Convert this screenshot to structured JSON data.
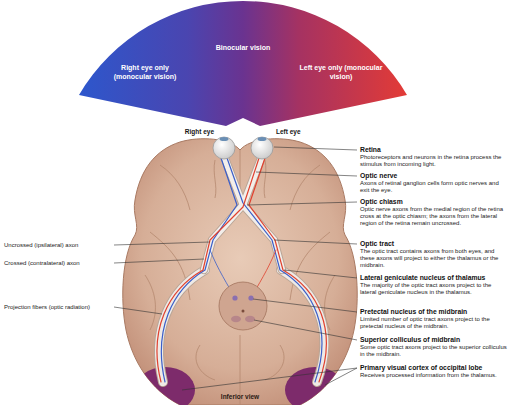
{
  "diagram": {
    "labels": [
      "Binocular vision",
      "Right eye only (monocular vision)",
      "Left eye only (monocular vision)",
      "Right eye",
      "Left eye",
      "Retina",
      "Photoreceptors and neurons in the retina process the stimulus from incoming light.",
      "Optic nerve",
      "Axons of retinal ganglion cells form optic nerves and exit the eye.",
      "Optic chiasm",
      "Optic nerve axons from the medial region of the retina cross at the optic chiasm; the axons from the lateral region of the retina remain uncrossed.",
      "Optic tract",
      "The optic tract contains axons from both eyes, and these axons will project to either the thalamus or the midbrain.",
      "Lateral geniculate nucleus of thalamus",
      "The majority of the optic tract axons project to the lateral geniculate nucleus in the thalamus.",
      "Pretectal nucleus of the midbrain",
      "Limited number of optic tract axons project to the pretectal nucleus of the midbrain.",
      "Superior colliculus of midbrain",
      "Some optic tract axons project to the superior colliculus in the midbrain.",
      "Primary visual cortex of occipital lobe",
      "Receives processed information from the thalamus.",
      "Uncrossed (ipsilateral) axon",
      "Crossed (contralateral) axon",
      "Projection fibers (optic radiation)",
      "Inferior view"
    ]
  }
}
